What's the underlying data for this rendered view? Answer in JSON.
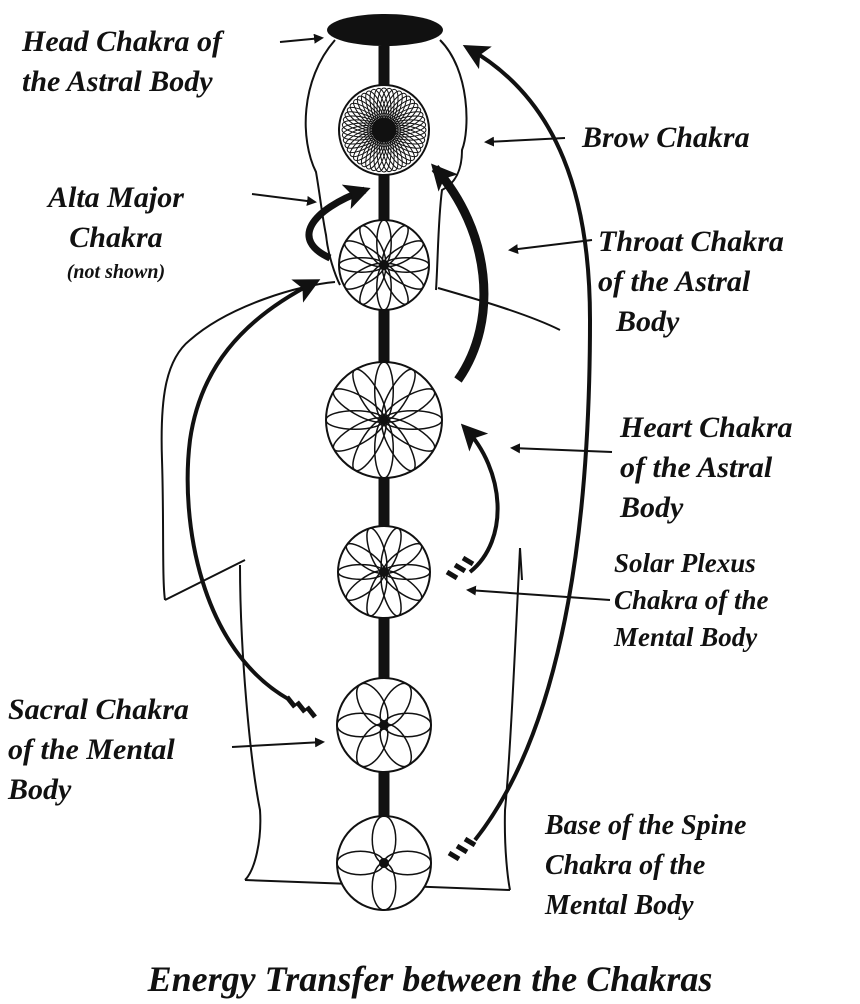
{
  "title": "Energy Transfer between the Chakras",
  "labels": {
    "head": [
      "Head Chakra of",
      "the Astral Body"
    ],
    "brow": [
      "Brow Chakra"
    ],
    "alta": [
      "Alta Major",
      "Chakra",
      "(not shown)"
    ],
    "throat": [
      "Throat Chakra",
      "of the Astral",
      "Body"
    ],
    "heart": [
      "Heart Chakra",
      "of the Astral",
      "Body"
    ],
    "solar": [
      "Solar Plexus",
      "Chakra of the",
      "Mental Body"
    ],
    "sacral": [
      "Sacral Chakra",
      "of the Mental",
      "Body"
    ],
    "base": [
      "Base of the Spine",
      "Chakra of the",
      "Mental Body"
    ]
  },
  "colors": {
    "ink": "#111111",
    "background": "#ffffff"
  }
}
